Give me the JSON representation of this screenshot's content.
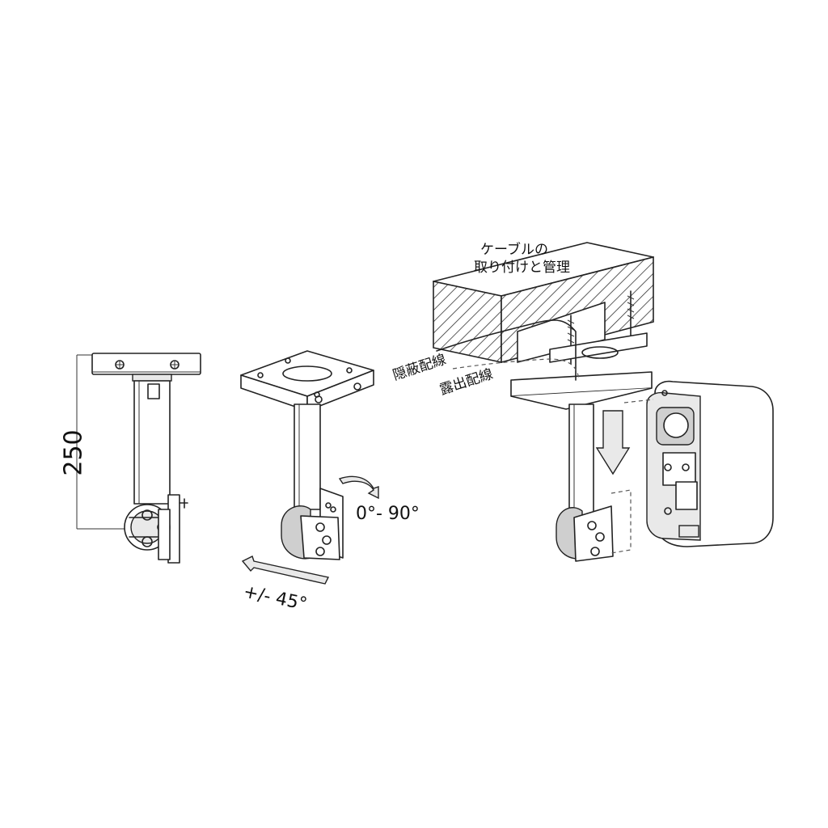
{
  "dimension": {
    "height_label": "250"
  },
  "rotation": {
    "tilt_label": "0°- 90°",
    "pan_label": "+/- 45°"
  },
  "cable": {
    "title_line1": "ケーブルの",
    "title_line2": "取り付けと管理",
    "concealed_label": "隠蔽配線",
    "exposed_label": "露出配線"
  }
}
